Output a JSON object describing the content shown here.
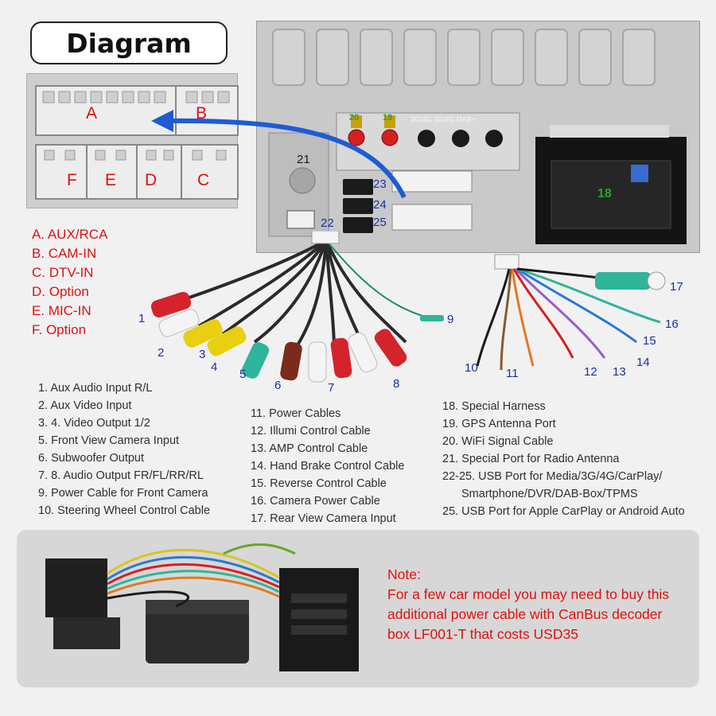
{
  "badge": {
    "title": "Diagram"
  },
  "connector_letters": [
    "A",
    "B",
    "F",
    "E",
    "D",
    "C"
  ],
  "legend": [
    "A. AUX/RCA",
    "B. CAM-IN",
    "C. DTV-IN",
    "D. Option",
    "E. MIC-IN",
    "F. Option"
  ],
  "unit_labels": {
    "n17": "17",
    "n18": "18",
    "n19": "19",
    "n20": "20",
    "n21": "21",
    "n22": "22",
    "n23": "23",
    "n24": "24",
    "n25": "25",
    "antenna_ports": "3G/4G 3G/4G DAB+"
  },
  "cable_numbers": {
    "n1": "1",
    "n2": "2",
    "n3": "3",
    "n4": "4",
    "n5": "5",
    "n6": "6",
    "n7": "7",
    "n8": "8",
    "n9": "9",
    "n10": "10",
    "n11": "11",
    "n12": "12",
    "n13": "13",
    "n14": "14",
    "n15": "15",
    "n16": "16",
    "n17": "17"
  },
  "list_left": [
    "1. Aux Audio Input R/L",
    "2. Aux Video Input",
    "3. 4. Video Output 1/2",
    "5. Front View Camera Input",
    "6. Subwoofer Output",
    "7. 8. Audio Output FR/FL/RR/RL",
    "9. Power Cable for Front Camera",
    "10. Steering Wheel Control Cable"
  ],
  "list_mid": [
    "11. Power Cables",
    "12. Illumi Control Cable",
    "13. AMP Control Cable",
    "14. Hand Brake Control Cable",
    "15. Reverse Control Cable",
    "16. Camera Power Cable",
    "17. Rear View Camera Input"
  ],
  "list_right": [
    "18. Special Harness",
    "19. GPS Antenna Port",
    "20. WiFi Signal Cable",
    "21. Special Port for Radio Antenna",
    "22-25. USB Port for Media/3G/4G/CarPlay/",
    "Smartphone/DVR/DAB-Box/TPMS",
    "25. USB Port  for Apple CarPlay or  Android Auto"
  ],
  "note": {
    "title": "Note:",
    "lines": [
      "For a few car model you may need to buy this",
      "additional power cable with CanBus decoder",
      "box LF001-T that costs USD35"
    ]
  },
  "colors": {
    "accent_red": "#e01010",
    "number_blue": "#1a2fa8",
    "arrow_blue": "#1e5bd6",
    "rca_red": "#d4232b",
    "rca_yellow": "#e8cf10",
    "rca_white": "#f4f4f4",
    "rca_teal": "#2fb59a",
    "rca_brown": "#7b2a1c"
  }
}
